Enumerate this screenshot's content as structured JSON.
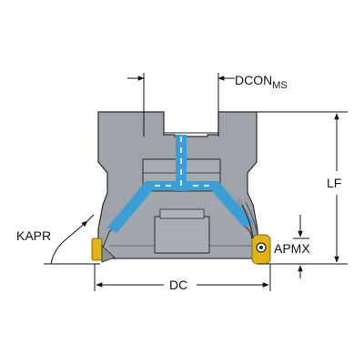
{
  "labels": {
    "dcon_main": "DCON",
    "dcon_sub": "MS",
    "lf": "LF",
    "kapr": "KAPR",
    "apmx": "APMX",
    "dc": "DC"
  },
  "colors": {
    "body_fill": "#9fa4ab",
    "body_stroke": "#2a2a2a",
    "coolant": "#3b9fd6",
    "insert": "#e2b21a",
    "insert_dark": "#8a6a0a",
    "line": "#111111"
  }
}
